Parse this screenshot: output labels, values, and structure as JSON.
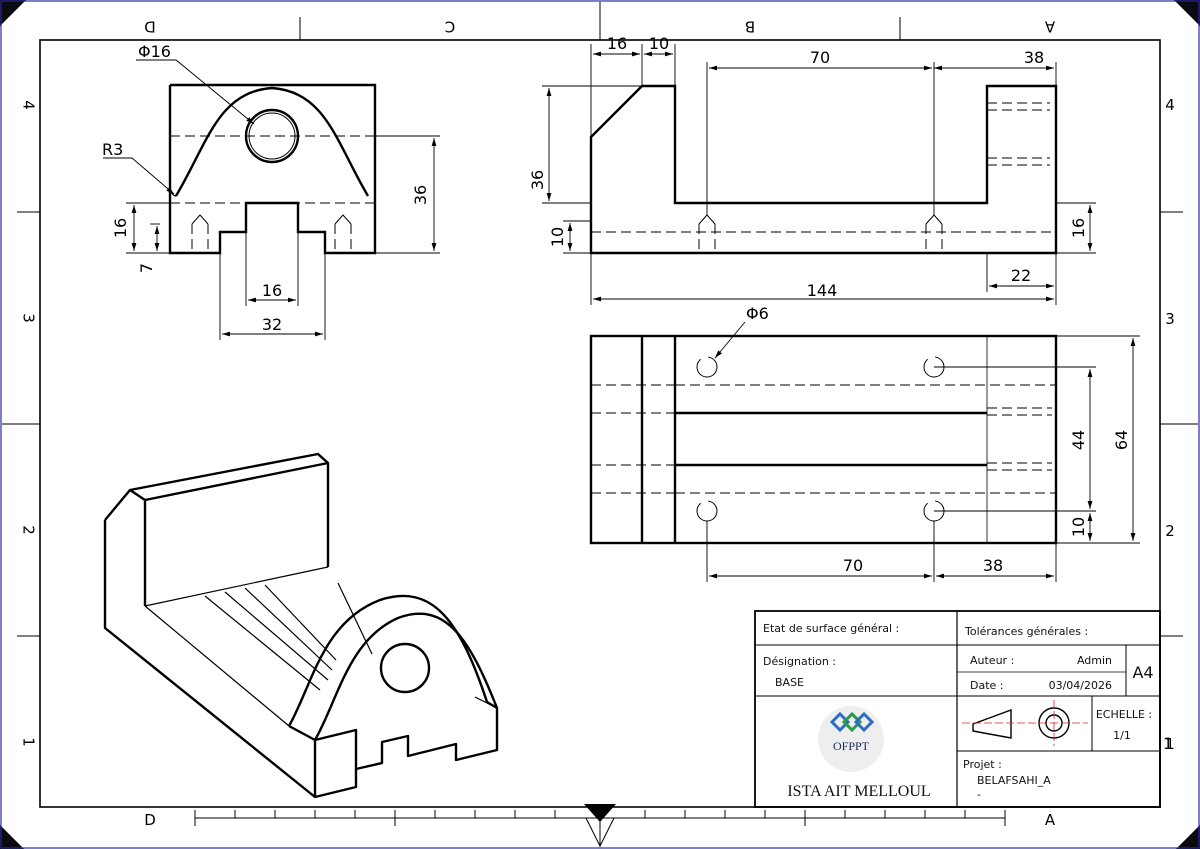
{
  "frame": {
    "top_zones": [
      "D",
      "C",
      "B",
      "A"
    ],
    "bottom_zones": [
      "D",
      "A"
    ],
    "left_rows": [
      "4",
      "3",
      "2",
      "1"
    ],
    "right_rows": [
      "4",
      "3",
      "2",
      "1"
    ]
  },
  "front_view": {
    "hole_dia": "Φ16",
    "radius": "R3",
    "height_36": "36",
    "height_16": "16",
    "height_7": "7",
    "slot_16": "16",
    "width_32": "32"
  },
  "side_view": {
    "top_16": "16",
    "top_10": "10",
    "span_70": "70",
    "end_38": "38",
    "height_36": "36",
    "height_10": "10",
    "right_16": "16",
    "end_22": "22",
    "overall_144": "144"
  },
  "top_view": {
    "hole_dia": "Φ6",
    "span_70": "70",
    "end_38": "38",
    "pitch_44": "44",
    "width_64": "64",
    "edge_10": "10"
  },
  "title_block": {
    "surface_label": "Etat de surface général :",
    "tolerance_label": "Tolérances générales :",
    "designation_label": "Désignation :",
    "designation_value": "BASE",
    "author_label": "Auteur :",
    "author_value": "Admin",
    "date_label": "Date :",
    "date_value": "03/04/2026",
    "format": "A4",
    "scale_label": "ECHELLE :",
    "scale_value": "1/1",
    "logo_text": "OFPPT",
    "school": "ISTA AIT MELLOUL",
    "project_label": "Projet :",
    "project_value": "BELAFSAHI_A",
    "project_extra": "-",
    "corner_index": "1"
  }
}
